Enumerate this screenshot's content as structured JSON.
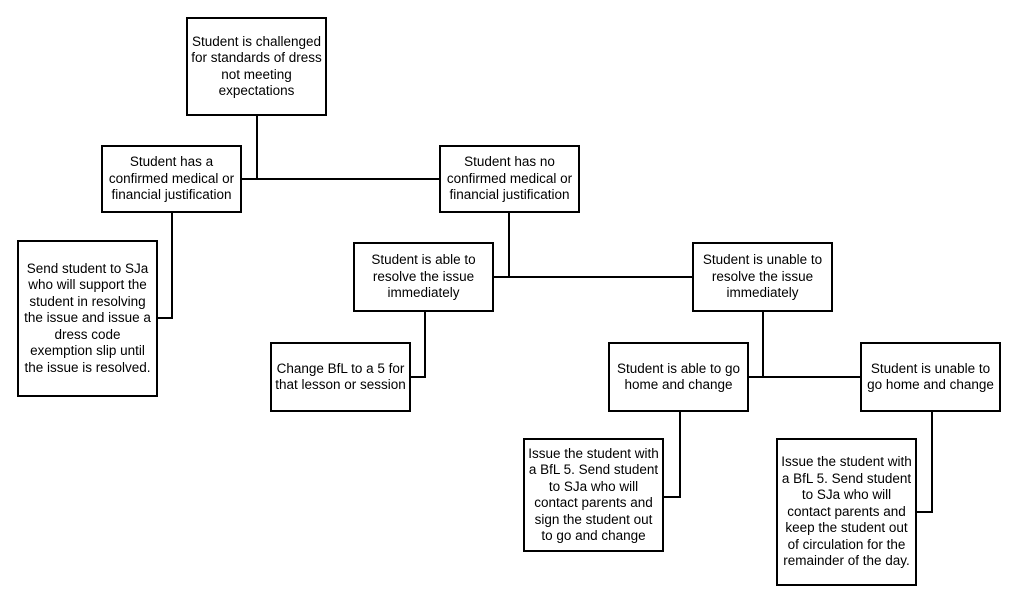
{
  "flowchart": {
    "nodes": {
      "start": "Student is challenged for standards of dress not meeting expectations",
      "has_justification": "Student has a confirmed medical or financial justification",
      "no_justification": "Student has no confirmed medical or financial justification",
      "send_to_sja": "Send student to SJa who will support the student in resolving the issue and issue a dress code exemption slip until the issue is resolved.",
      "able_resolve": "Student is able to resolve the issue immediately",
      "unable_resolve": "Student is unable to resolve the issue immediately",
      "change_bfl": "Change BfL to a 5 for that lesson or session",
      "able_home": "Student is able to go home and change",
      "unable_home": "Student is unable to go home and change",
      "issue_sign_out": "Issue the student with a BfL 5.  Send student to SJa who will contact parents and sign the student out to go and change",
      "issue_keep_out": "Issue the student with a BfL 5. Send student to SJa who will contact parents and keep the student out of circulation for the remainder of the day."
    }
  }
}
